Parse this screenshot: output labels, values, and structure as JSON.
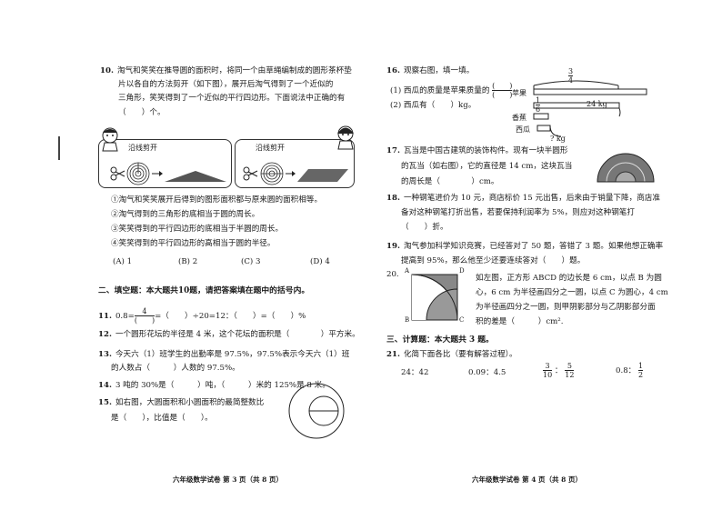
{
  "left": {
    "q10": {
      "num": "10.",
      "lines": [
        "淘气和笑笑在推导圆的面积时，将同一个由草绳编制成的圆形茶杯垫",
        "片以各自的方法剪开（如下图），展开后淘气得到了一个近似的",
        "三角形，笑笑得到了一个近似的平行四边形。下面说法中正确的有",
        "（　　）个。"
      ],
      "fig_label_left": "沿线剪开",
      "fig_label_right": "沿线剪开",
      "statements": [
        "①淘气和笑笑展开后得到的图形面积都与原来圆的面积相等。",
        "②淘气得到的三角形的底相当于圆的周长。",
        "③笑笑得到的平行四边形的底相当于半圆的周长。",
        "④笑笑得到的平行四边形的高相当于圆的半径。"
      ],
      "options": [
        "(A)  1",
        "(B)  2",
        "(C)  3",
        "(D)  4"
      ]
    },
    "section2": "二、填空题：本大题共10题，请把答案填在题中的括号内。",
    "q11": {
      "num": "11.",
      "pre": "0.8=",
      "frac_top": "4",
      "frac_bot": "(　　)",
      "post": "=（　　）÷20=12：（　　）=（　　）%"
    },
    "q12": {
      "num": "12.",
      "text": "一个圆形花坛的半径是 4 米，这个花坛的面积是（　　　　）平方米。"
    },
    "q13": {
      "num": "13.",
      "line1": "今天六（1）班学生的出勤率是 97.5%，97.5%表示今天六（1）班",
      "line2": "的人数占（　　　）人数的 97.5%。"
    },
    "q14": {
      "num": "14.",
      "text": "3 吨的 30%是（　　　）吨，（　　　）米的 125%是 8 米。"
    },
    "q15": {
      "num": "15.",
      "line1": "如右图，大圆面积和小圆面积的最简整数比",
      "line2": "是（　　），比值是（　　）。"
    },
    "footer": "六年级数学试卷  第 3 页（共 8 页）"
  },
  "right": {
    "q16": {
      "num": "16.",
      "title": "观察右图，填一填。",
      "item1": "(1) 西瓜的质量是苹果质量的",
      "item2": "(2) 西瓜有（　　）kg。",
      "fig_apple": "苹果",
      "fig_banana": "香蕉",
      "fig_melon": "西瓜",
      "frac34_top": "3",
      "frac34_bot": "4",
      "frac16_top": "1",
      "frac16_bot": "6",
      "kg24": "24 kg",
      "kg7": "? kg"
    },
    "q17": {
      "num": "17.",
      "line1": "瓦当是中国古建筑的装饰构件。现有一块半圆形",
      "line2": "的瓦当（如右图），它的直径是 14 cm，这块瓦当",
      "line3": "的周长是（　　　　）cm。"
    },
    "q18": {
      "num": "18.",
      "line1": "一种钢笔进价为 10 元，商店标价 15 元出售，后来由于销量下降，商店准",
      "line2": "备对这种钢笔打折出售，若要保持利润率为 5%，则应对这种钢笔打",
      "line3": "（　　）折。"
    },
    "q19": {
      "num": "19.",
      "line1": "淘气参加科学知识竞赛，已经答对了 50 题，答错了 3 题。如果他想正确率",
      "line2": "提高到 95%，那么他至少还要连续答对（　　）题。"
    },
    "q20": {
      "num": "20.",
      "line1": "如左图，正方形 ABCD 的边长是 6 cm，以点 B 为圆",
      "line2": "心，6 cm 为半径画四分之一圆，以点 C 为圆心，4 cm",
      "line3": "为半径画四分之一圆，则甲阴影部分与乙阴影部分面",
      "line4": "积的差是（　　　）cm².",
      "A": "A",
      "B": "B",
      "C": "C",
      "D": "D"
    },
    "section3": "三、计算题：本大题共 3 题。",
    "q21": {
      "num": "21.",
      "title": "化简下面各比（要有解答过程）。",
      "r1": "24：42",
      "r2": "0.09：4.5",
      "r3_a_top": "3",
      "r3_a_bot": "10",
      "r3_b_top": "5",
      "r3_b_bot": "12",
      "r4_pre": "0.8：",
      "r4_top": "1",
      "r4_bot": "2"
    },
    "footer": "六年级数学试卷  第 4 页（共 8 页）"
  }
}
